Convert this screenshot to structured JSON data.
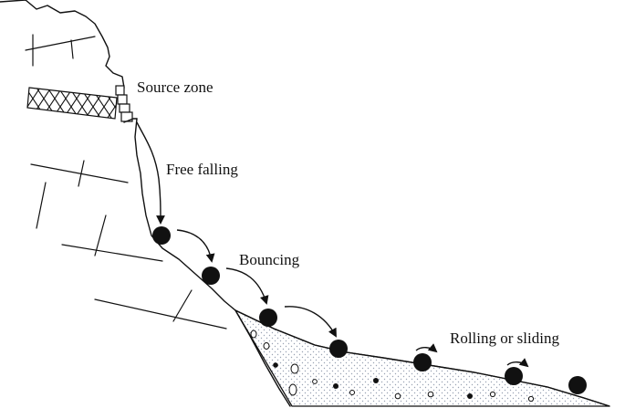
{
  "labels": {
    "source_zone": "Source zone",
    "free_falling": "Free falling",
    "bouncing": "Bouncing",
    "rolling_or_sliding": "Rolling or sliding"
  },
  "colors": {
    "ink": "#111111",
    "background": "#ffffff",
    "talus_dots": "#9aa3b3"
  }
}
